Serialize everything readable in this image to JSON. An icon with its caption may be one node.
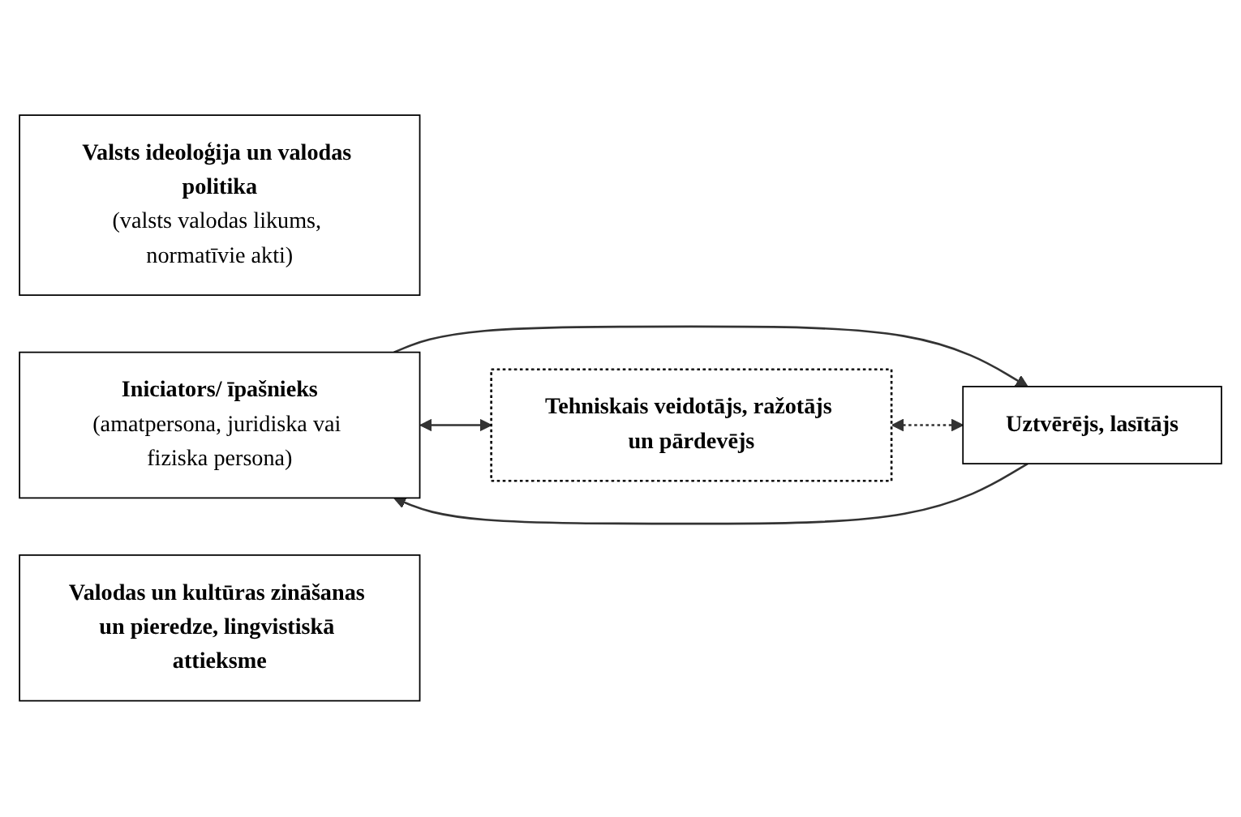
{
  "diagram": {
    "nodes": [
      {
        "text": [
          "Valsts ideoloģija un valodas politika",
          "(valsts valodas likums, normatīvie akti)"
        ]
      },
      {
        "text": [
          "Iniciators/ īpašnieks",
          "(amatpersona, juridiska vai fiziska persona)"
        ]
      },
      {
        "text": [
          "Tehniskais veidotājs, ražotājs un pārdevējs"
        ]
      },
      {
        "text": [
          "Uztvērējs, lasītājs"
        ]
      },
      {
        "text": [
          "Valodas un kultūras zināšanas un pieredze, lingvistiskā attieksme"
        ]
      }
    ],
    "edges": [
      {
        "from": 1,
        "to": 3,
        "arrow": "to"
      },
      {
        "from": 1,
        "to": 2,
        "arrow": "both"
      },
      {
        "from": 2,
        "to": 3,
        "arrow": "both",
        "style": "dashed"
      },
      {
        "from": 3,
        "to": 1,
        "arrow": "to"
      }
    ]
  }
}
